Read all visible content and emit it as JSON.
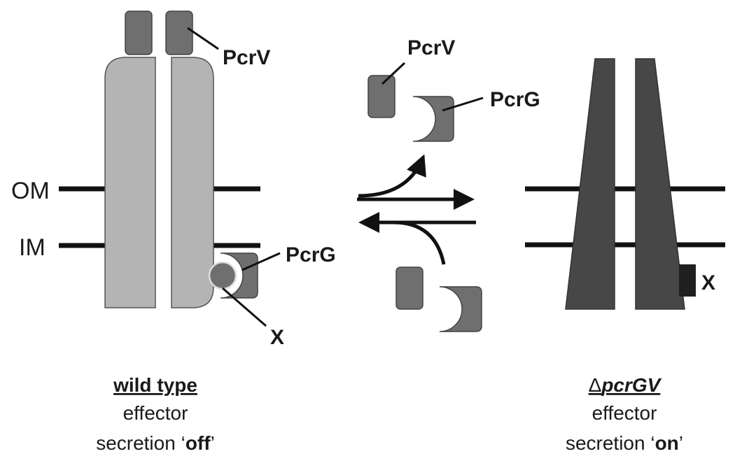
{
  "membranes": {
    "outer": "OM",
    "inner": "IM"
  },
  "labels": {
    "pcrv_top": "PcrV",
    "pcrg_left": "PcrG",
    "x_left": "X",
    "pcrv_mid": "PcrV",
    "pcrg_mid": "PcrG",
    "x_right": "X"
  },
  "captions": {
    "left": {
      "title": "wild type",
      "line2": "effector",
      "line3_prefix": "secretion ‘",
      "line3_state": "off",
      "line3_suffix": "’"
    },
    "right": {
      "delta": "Δ",
      "title": "pcrGV",
      "line2": "effector",
      "line3_prefix": "secretion ‘",
      "line3_state": "on",
      "line3_suffix": "’"
    }
  },
  "colors": {
    "needle_wt": "#b4b4b4",
    "needle_mutant": "#474747",
    "pcrv": "#6f6f6f",
    "pcrg": "#6f6f6f",
    "x_block": "#1f1f1f",
    "lines": "#111111"
  }
}
